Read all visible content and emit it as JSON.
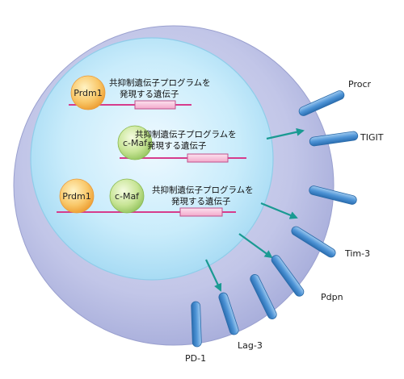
{
  "transcription_factors": {
    "prdm1": "Prdm1",
    "cmaf": "c-Maf"
  },
  "gene_captions": [
    {
      "line1": "共抑制遺伝子プログラムを",
      "line2": "発現する遺伝子"
    },
    {
      "line1": "共抑制遺伝子プログラムを",
      "line2": "発現する遺伝子"
    },
    {
      "line1": "共抑制遺伝子プログラムを",
      "line2": "発現する遺伝子"
    }
  ],
  "receptors": {
    "procr": "Procr",
    "tigit": "TIGIT",
    "tim3": "Tim-3",
    "pdpn": "Pdpn",
    "lag3": "Lag-3",
    "pd1": "PD-1"
  },
  "colors": {
    "cell_outer": "#b3b8e0",
    "nucleus": "#b8e4f6",
    "receptor": "#4a90d0",
    "arrow": "#1a9a92",
    "dna_line": "#d63c8c",
    "gene_box": "#f6bcd8",
    "prdm1_fill": "#f6b450",
    "cmaf_fill": "#b5da78"
  }
}
